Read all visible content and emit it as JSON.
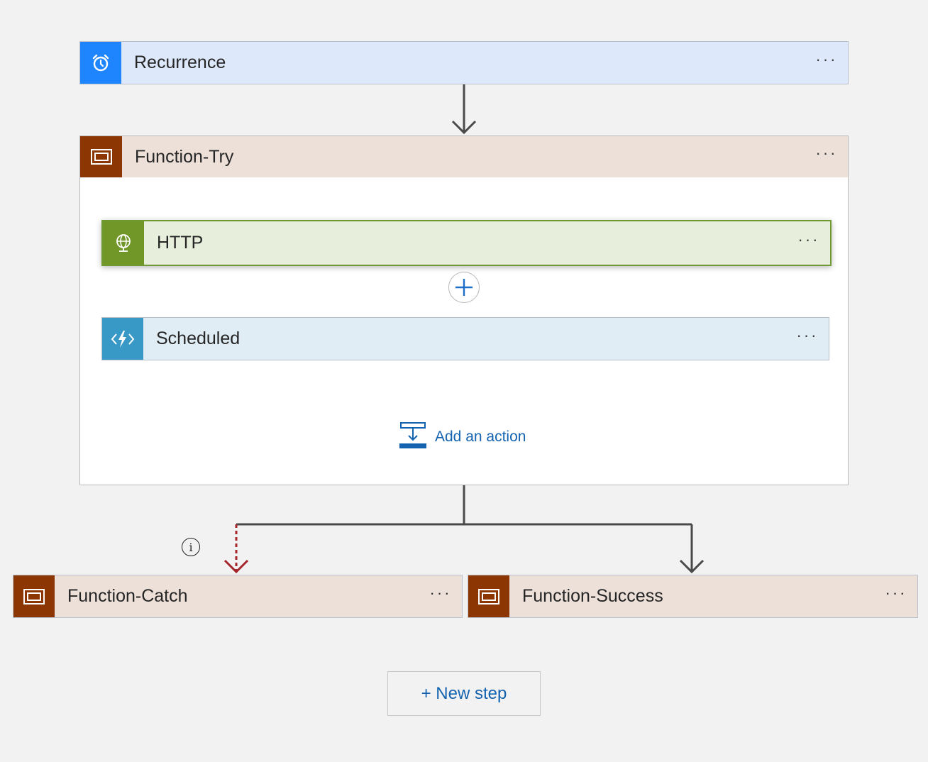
{
  "steps": {
    "recurrence": {
      "title": "Recurrence",
      "more": "···"
    },
    "function_try": {
      "title": "Function-Try",
      "more": "···"
    },
    "http": {
      "title": "HTTP",
      "more": "···"
    },
    "scheduled": {
      "title": "Scheduled",
      "more": "···"
    },
    "function_catch": {
      "title": "Function-Catch",
      "more": "···"
    },
    "function_success": {
      "title": "Function-Success",
      "more": "···"
    }
  },
  "add_action": {
    "label": "Add an action"
  },
  "new_step": {
    "label": "+ New step"
  },
  "info": {
    "symbol": "i"
  },
  "icons": {
    "recurrence": "alarm-clock-icon",
    "scope": "scope-icon",
    "http": "globe-icon",
    "scheduled": "azure-function-icon",
    "add_action": "add-action-icon",
    "insert": "plus-icon"
  },
  "colors": {
    "recurrence_bg": "#dde9fb",
    "recurrence_icon": "#1f85ff",
    "scope_header_bg": "#ede0d9",
    "scope_icon": "#8c3703",
    "http_bg": "#e8eedc",
    "http_border": "#6f9a33",
    "http_icon": "#709727",
    "scheduled_bg": "#e0edf5",
    "scheduled_icon": "#3999c6",
    "run_after_failed": "#a4262c",
    "link": "#1463b0"
  }
}
